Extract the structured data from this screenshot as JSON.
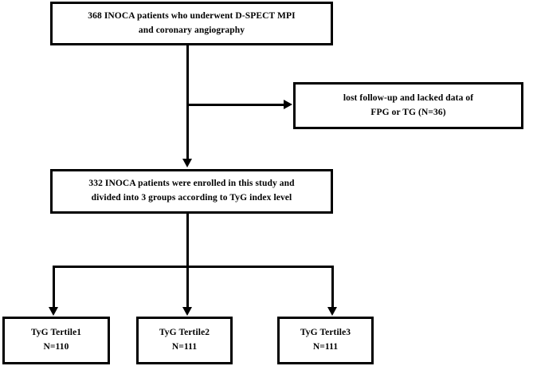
{
  "diagram": {
    "title": "INOCA patient enrollment flowchart",
    "style": {
      "box_border_color": "#000000",
      "box_fill_color": "#ffffff",
      "connector_color": "#000000",
      "text_color": "#000000",
      "background": "#ffffff"
    },
    "nodes": [
      {
        "id": "enrolled-source",
        "text": "368 INOCA patients who underwent D-SPECT MPI\nand coronary angiography",
        "count": 368
      },
      {
        "id": "excluded",
        "text": "lost follow-up and lacked data of\nFPG or TG (N=36)",
        "count": 36
      },
      {
        "id": "enrolled-final",
        "text": "332 INOCA patients were enrolled in this study  and\ndivided into 3 groups according to TyG index level",
        "count": 332
      },
      {
        "id": "tertile-1",
        "text": "TyG Tertile1\nN=110",
        "label": "TyG Tertile1",
        "n_label": "N=110",
        "count": 110
      },
      {
        "id": "tertile-2",
        "text": "TyG Tertile2\nN=111",
        "label": "TyG Tertile2",
        "n_label": "N=111",
        "count": 111
      },
      {
        "id": "tertile-3",
        "text": "TyG Tertile3\nN=111",
        "label": "TyG Tertile3",
        "n_label": "N=111",
        "count": 111
      }
    ],
    "edges": [
      {
        "id": "source-to-final",
        "from": "enrolled-source",
        "to": "enrolled-final",
        "arrow": "down"
      },
      {
        "id": "source-to-excluded",
        "from": "enrolled-source",
        "to": "excluded",
        "arrow": "right"
      },
      {
        "id": "final-to-tertile-1",
        "from": "enrolled-final",
        "to": "tertile-1",
        "arrow": "down"
      },
      {
        "id": "final-to-tertile-2",
        "from": "enrolled-final",
        "to": "tertile-2",
        "arrow": "down"
      },
      {
        "id": "final-to-tertile-3",
        "from": "enrolled-final",
        "to": "tertile-3",
        "arrow": "down"
      }
    ]
  }
}
